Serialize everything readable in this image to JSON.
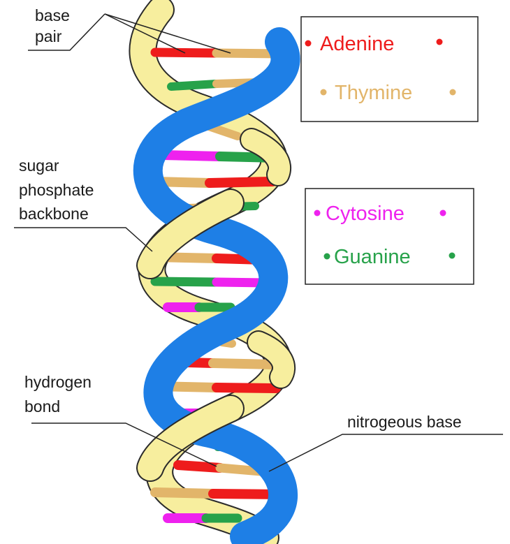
{
  "labels": {
    "base_pair": [
      "base",
      "pair"
    ],
    "sugar_phosphate_backbone": [
      "sugar",
      "phosphate",
      "backbone"
    ],
    "hydrogen_bond": [
      "hydrogen",
      "bond"
    ],
    "nitrogenous_base": "nitrogeous base"
  },
  "legend": {
    "box1": [
      {
        "name": "Adenine",
        "color": "#ee1c1c"
      },
      {
        "name": "Thymine",
        "color": "#e2b56a"
      }
    ],
    "box2": [
      {
        "name": "Cytosine",
        "color": "#ee22ee"
      },
      {
        "name": "Guanine",
        "color": "#27a24a"
      }
    ]
  },
  "colors": {
    "backbone_blue": "#1e7fe6",
    "backbone_yellow": "#f7ee9e",
    "adenine": "#ee1c1c",
    "thymine": "#e2b56a",
    "cytosine": "#ee22ee",
    "guanine": "#27a24a"
  }
}
